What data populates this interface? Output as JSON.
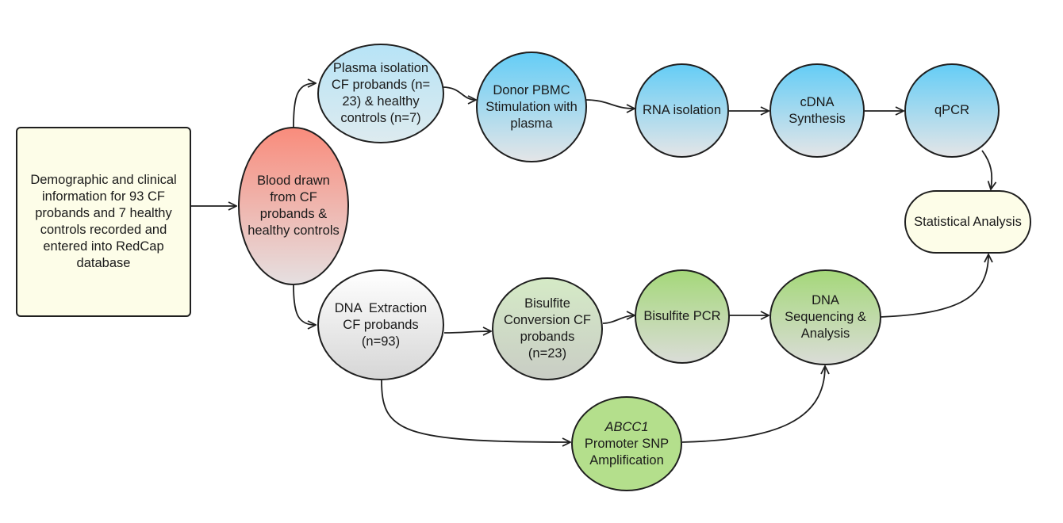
{
  "nodes": {
    "demographics": [
      "Demographic and clinical",
      "information for 93 CF",
      "probands and 7 healthy",
      "controls recorded and",
      "entered into RedCap",
      "database"
    ],
    "blood": [
      "Blood drawn",
      "from CF",
      "probands &",
      "healthy controls"
    ],
    "plasma": [
      "Plasma isolation",
      "CF probands (n=",
      "23) & healthy",
      "controls (n=7)"
    ],
    "pbmc": [
      "Donor PBMC",
      "Stimulation with",
      "plasma"
    ],
    "rna": [
      "RNA isolation"
    ],
    "cdna": [
      "cDNA",
      "Synthesis"
    ],
    "qpcr": [
      "qPCR"
    ],
    "stats": [
      "Statistical Analysis"
    ],
    "dna": [
      "DNA  Extraction",
      "CF probands",
      "(n=93)"
    ],
    "bisulfite_conv": [
      "Bisulfite",
      "Conversion CF",
      "probands",
      "(n=23)"
    ],
    "bisulfite_pcr": [
      "Bisulfite PCR"
    ],
    "seq": [
      "DNA",
      "Sequencing &",
      "Analysis"
    ],
    "abcc1": [
      "ABCC1",
      "Promoter SNP",
      "Amplification"
    ]
  },
  "styles": {
    "abcc1_italic_first_line": true
  },
  "colors": {
    "stroke": "#1f1f1f",
    "cream_fill": "#fdfde8",
    "red_top": "#f98c7c",
    "blue_top": "#65cdf6",
    "light_blue_top": "#b7e3f6",
    "green_top": "#a5d87a",
    "light_green_top": "#d5eac6",
    "abcc1_fill": "#b4df8c"
  }
}
